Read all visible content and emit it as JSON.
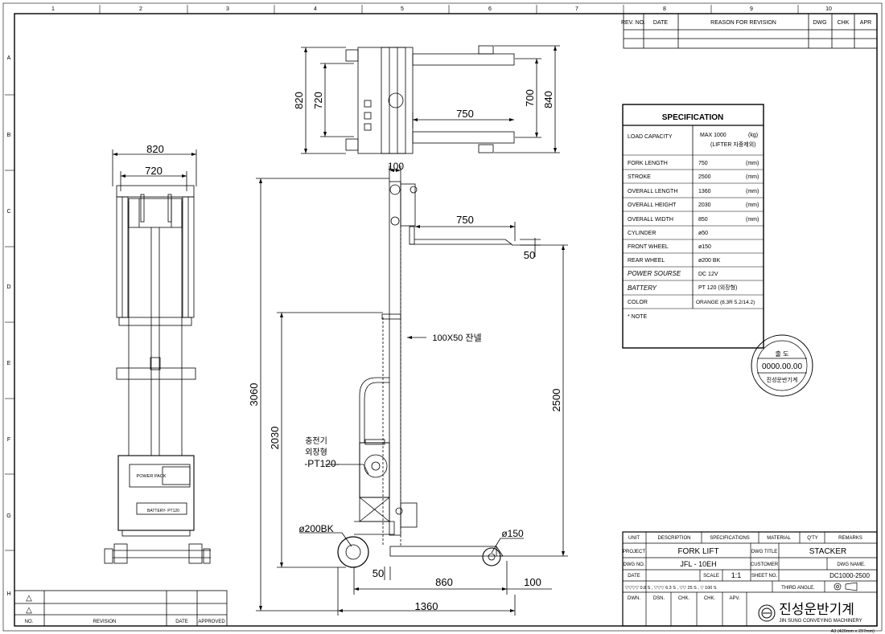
{
  "grid": {
    "cols": [
      "1",
      "2",
      "3",
      "4",
      "5",
      "6",
      "7",
      "8",
      "9",
      "10"
    ],
    "rows": [
      "A",
      "B",
      "C",
      "D",
      "E",
      "F",
      "G",
      "H"
    ]
  },
  "revision_block": {
    "headers": [
      "REV. NO.",
      "DATE",
      "REASON FOR REVISION",
      "DWG",
      "CHK",
      "APR"
    ]
  },
  "left_revision_block": {
    "headers": [
      "NO.",
      "REVISION",
      "DATE",
      "APPROVED"
    ],
    "triangle_symbols": [
      "△",
      "△"
    ]
  },
  "specification": {
    "title": "SPECIFICATION",
    "rows": [
      {
        "label": "LOAD CAPACITY",
        "value": "MAX 1000",
        "unit": "(kg)",
        "value2": "(LIFTER 자중제외)"
      },
      {
        "label": "FORK LENGTH",
        "value": "750",
        "unit": "(mm)"
      },
      {
        "label": "STROKE",
        "value": "2500",
        "unit": "(mm)"
      },
      {
        "label": "OVERALL LENGTH",
        "value": "1360",
        "unit": "(mm)"
      },
      {
        "label": "OVERALL HEIGHT",
        "value": "2030",
        "unit": "(mm)"
      },
      {
        "label": "OVERALL WIDTH",
        "value": "850",
        "unit": "(mm)"
      },
      {
        "label": "CYLINDER",
        "value": "ø50",
        "unit": ""
      },
      {
        "label": "FRONT WHEEL",
        "value": "ø150",
        "unit": ""
      },
      {
        "label": "REAR WHEEL",
        "value": "ø200 BK",
        "unit": ""
      },
      {
        "label": "POWER SOURSE",
        "value": "DC 12V",
        "unit": ""
      },
      {
        "label": "BATTERY",
        "value": "PT 120 (외장형)",
        "unit": ""
      },
      {
        "label": "COLOR",
        "value": "ORANGE (8.3R 5.2/14.2)",
        "unit": ""
      }
    ],
    "note": "* NOTE"
  },
  "stamp": {
    "date": "0000.00.00",
    "center_top": "출 도",
    "company": "진성운반기계"
  },
  "title_block": {
    "headers": [
      "UNIT",
      "DESCRIPTION",
      "SPECIFICATIONS",
      "MATERIAL",
      "Q'TY",
      "REMARKS"
    ],
    "project_label": "PROJECT",
    "project": "FORK LIFT",
    "dwg_title_label": "DWG TITLE",
    "dwg_title": "STACKER",
    "dwg_no_label": "DWG NO.",
    "dwg_no": "JFL - 10EH",
    "customer_label": "CUSTOMER",
    "dwg_name_label": "DWG NAME.",
    "date_label": "DATE",
    "scale_label": "SCALE",
    "scale": "1:1",
    "sheet_label": "SHEET NO.",
    "dwg_name": "DC1000-2500",
    "surface": "▽▽▽▽ 0.8 S ,  ▽▽▽ 6.3 S ,  ▽▽ 25 S ,  ▽ 100 S",
    "third_angle": "THIRD ANGLE.",
    "sign_headers": [
      "DWN.",
      "DSN.",
      "CHK.",
      "CHK.",
      "APV."
    ],
    "company_kr": "진성운반기계",
    "company_en": "JIN SUNG CONVEYING MACHINERY",
    "paper": "A3 (420mm x 297mm)"
  },
  "dimensions": {
    "front_820": "820",
    "front_720": "720",
    "top_820": "820",
    "top_720": "720",
    "top_750": "750",
    "top_700": "700",
    "top_840": "840",
    "side_100_top": "100",
    "side_750": "750",
    "side_50": "50",
    "side_3060": "3060",
    "side_2030": "2030",
    "side_2500": "2500",
    "side_860": "860",
    "side_100_bottom": "100",
    "side_1360": "1360",
    "side_50_bottom": "50"
  },
  "annotations": {
    "mast": "100X50 잔넬",
    "charger_l1": "충전기",
    "charger_l2": "외장형",
    "charger_l3": "-PT120-",
    "rear_wheel": "ø200BK",
    "front_wheel": "ø150",
    "power_pack": "POWER PACK",
    "battery": "BATTERY- PT120"
  }
}
